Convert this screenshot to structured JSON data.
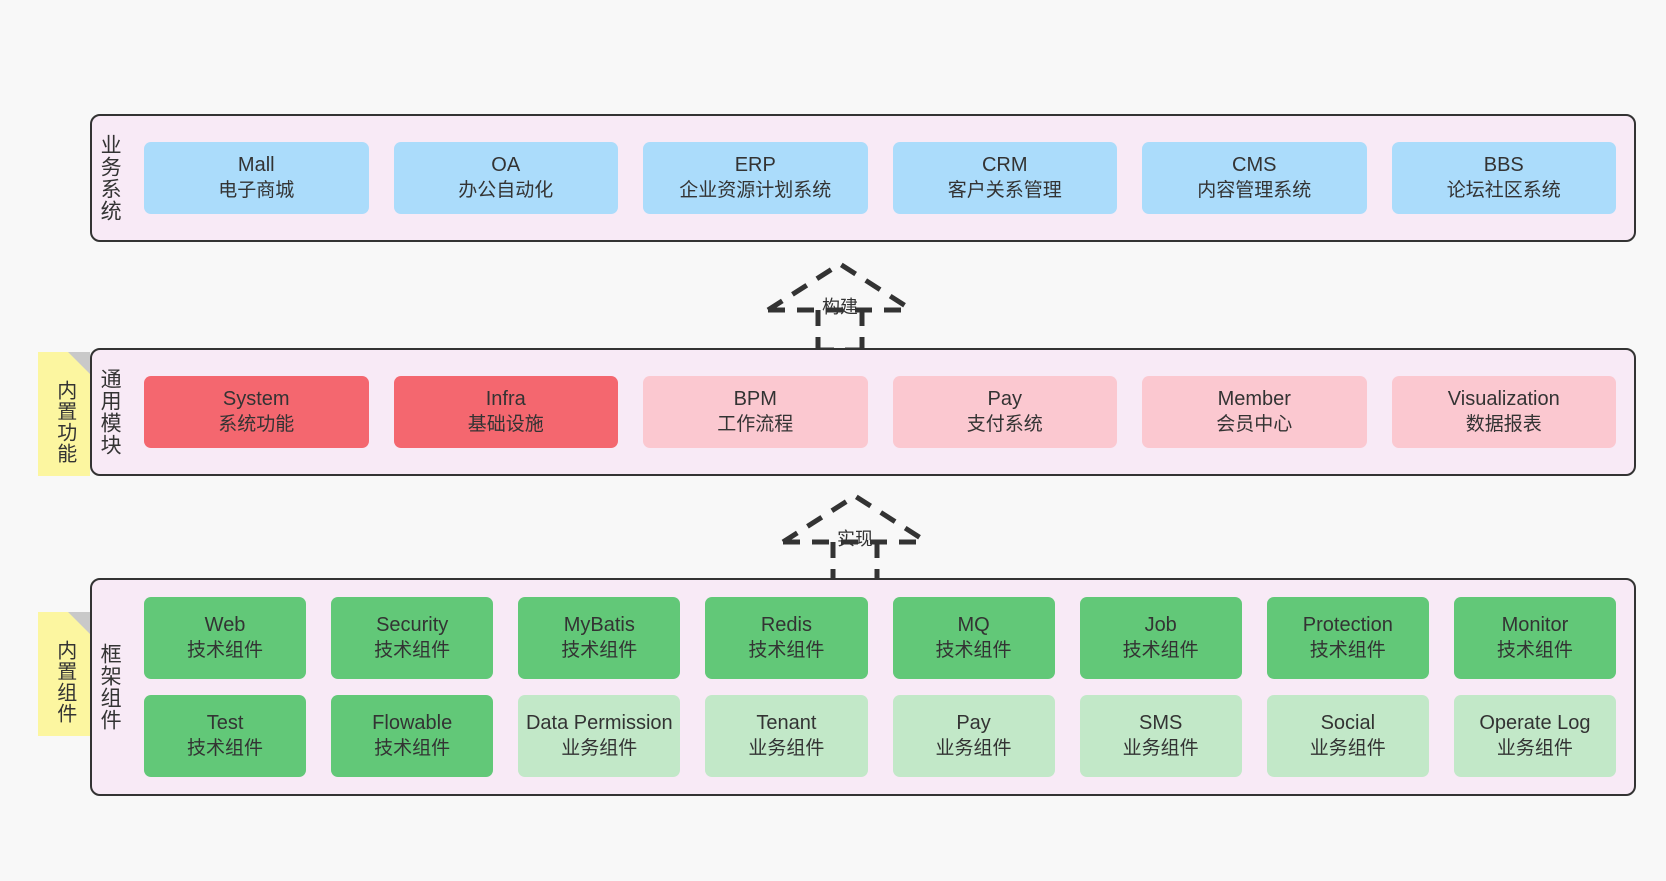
{
  "diagram": {
    "background_color": "#f8f8f8",
    "panel_color": "#f8eaf6",
    "panel_border_color": "#333333",
    "note_color": "#fcf6a0"
  },
  "layers": [
    {
      "id": "business",
      "title": "业务系统",
      "rows": [
        {
          "nodes": [
            {
              "en": "Mall",
              "cn": "电子商城",
              "color": "#abdcfb",
              "style": "blue"
            },
            {
              "en": "OA",
              "cn": "办公自动化",
              "color": "#abdcfb",
              "style": "blue"
            },
            {
              "en": "ERP",
              "cn": "企业资源计划系统",
              "color": "#abdcfb",
              "style": "blue"
            },
            {
              "en": "CRM",
              "cn": "客户关系管理",
              "color": "#abdcfb",
              "style": "blue"
            },
            {
              "en": "CMS",
              "cn": "内容管理系统",
              "color": "#abdcfb",
              "style": "blue"
            },
            {
              "en": "BBS",
              "cn": "论坛社区系统",
              "color": "#abdcfb",
              "style": "blue"
            }
          ]
        }
      ]
    },
    {
      "id": "modules",
      "title": "通用模块",
      "note": "内置功能",
      "rows": [
        {
          "nodes": [
            {
              "en": "System",
              "cn": "系统功能",
              "color": "#f4676f",
              "style": "red"
            },
            {
              "en": "Infra",
              "cn": "基础设施",
              "color": "#f4676f",
              "style": "red"
            },
            {
              "en": "BPM",
              "cn": "工作流程",
              "color": "#fbc8d0",
              "style": "pink"
            },
            {
              "en": "Pay",
              "cn": "支付系统",
              "color": "#fbc8d0",
              "style": "pink"
            },
            {
              "en": "Member",
              "cn": "会员中心",
              "color": "#fbc8d0",
              "style": "pink"
            },
            {
              "en": "Visualization",
              "cn": "数据报表",
              "color": "#fbc8d0",
              "style": "pink"
            }
          ]
        }
      ]
    },
    {
      "id": "framework",
      "title": "框架组件",
      "note": "内置组件",
      "rows": [
        {
          "nodes": [
            {
              "en": "Web",
              "cn": "技术组件",
              "color": "#62c878",
              "style": "green"
            },
            {
              "en": "Security",
              "cn": "技术组件",
              "color": "#62c878",
              "style": "green"
            },
            {
              "en": "MyBatis",
              "cn": "技术组件",
              "color": "#62c878",
              "style": "green"
            },
            {
              "en": "Redis",
              "cn": "技术组件",
              "color": "#62c878",
              "style": "green"
            },
            {
              "en": "MQ",
              "cn": "技术组件",
              "color": "#62c878",
              "style": "green"
            },
            {
              "en": "Job",
              "cn": "技术组件",
              "color": "#62c878",
              "style": "green"
            },
            {
              "en": "Protection",
              "cn": "技术组件",
              "color": "#62c878",
              "style": "green"
            },
            {
              "en": "Monitor",
              "cn": "技术组件",
              "color": "#62c878",
              "style": "green"
            }
          ]
        },
        {
          "nodes": [
            {
              "en": "Test",
              "cn": "技术组件",
              "color": "#62c878",
              "style": "green"
            },
            {
              "en": "Flowable",
              "cn": "技术组件",
              "color": "#62c878",
              "style": "green"
            },
            {
              "en": "Data Permission",
              "cn": "业务组件",
              "color": "#c2e8c8",
              "style": "lightgreen"
            },
            {
              "en": "Tenant",
              "cn": "业务组件",
              "color": "#c2e8c8",
              "style": "lightgreen"
            },
            {
              "en": "Pay",
              "cn": "业务组件",
              "color": "#c2e8c8",
              "style": "lightgreen"
            },
            {
              "en": "SMS",
              "cn": "业务组件",
              "color": "#c2e8c8",
              "style": "lightgreen"
            },
            {
              "en": "Social",
              "cn": "业务组件",
              "color": "#c2e8c8",
              "style": "lightgreen"
            },
            {
              "en": "Operate Log",
              "cn": "业务组件",
              "color": "#c2e8c8",
              "style": "lightgreen"
            }
          ]
        }
      ]
    }
  ],
  "connectors": [
    {
      "id": "build",
      "label": "构建",
      "from": "modules",
      "to": "business"
    },
    {
      "id": "implement",
      "label": "实现",
      "from": "framework",
      "to": "modules"
    }
  ]
}
